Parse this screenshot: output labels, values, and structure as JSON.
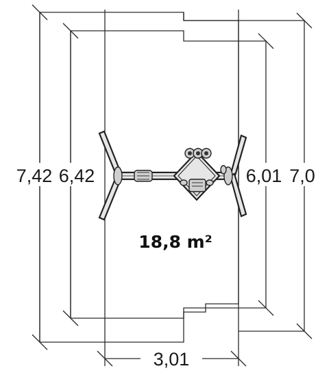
{
  "dimensions": {
    "outer_left": "7,42",
    "inner_left": "6,42",
    "inner_right": "6,01",
    "outer_right": "7,0",
    "bottom_width": "3,01"
  },
  "area": {
    "value": "18,8 m²"
  }
}
